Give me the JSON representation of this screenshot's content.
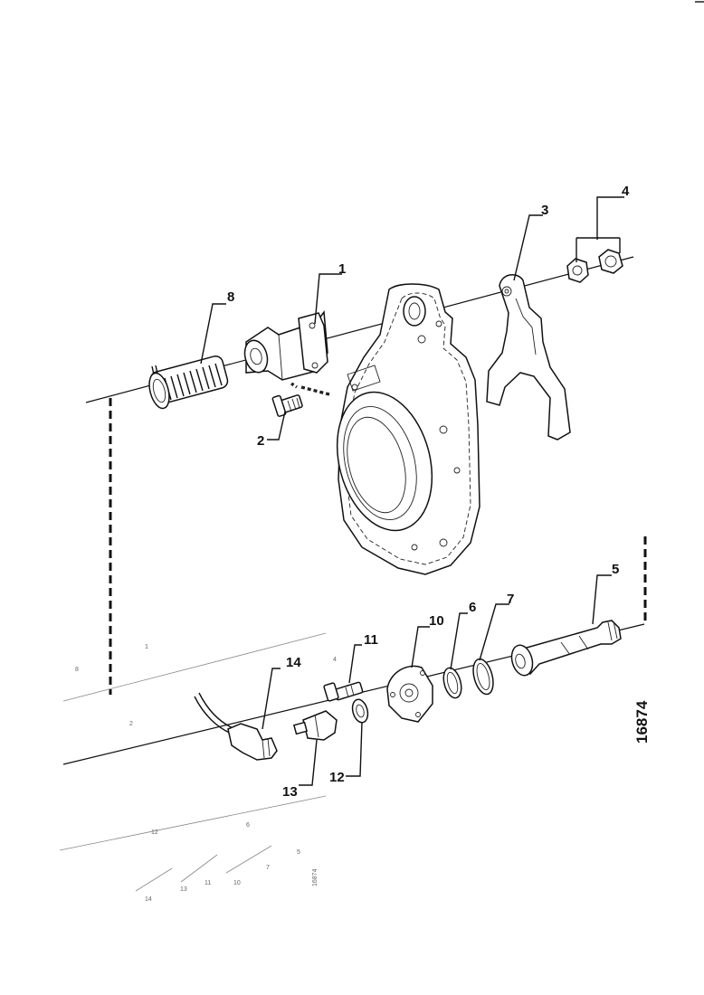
{
  "drawing_number": "16874",
  "callouts": [
    {
      "id": "1",
      "label": "1"
    },
    {
      "id": "2",
      "label": "2"
    },
    {
      "id": "3",
      "label": "3"
    },
    {
      "id": "4",
      "label": "4"
    },
    {
      "id": "5",
      "label": "5"
    },
    {
      "id": "6",
      "label": "6"
    },
    {
      "id": "7",
      "label": "7"
    },
    {
      "id": "8",
      "label": "8"
    },
    {
      "id": "10",
      "label": "10"
    },
    {
      "id": "11",
      "label": "11"
    },
    {
      "id": "12",
      "label": "12"
    },
    {
      "id": "13",
      "label": "13"
    },
    {
      "id": "14",
      "label": "14"
    }
  ],
  "bleed_through": {
    "labels": [
      "8",
      "1",
      "2",
      "4",
      "6",
      "7",
      "5",
      "12",
      "13",
      "11",
      "14",
      "10"
    ],
    "number": "16874"
  }
}
